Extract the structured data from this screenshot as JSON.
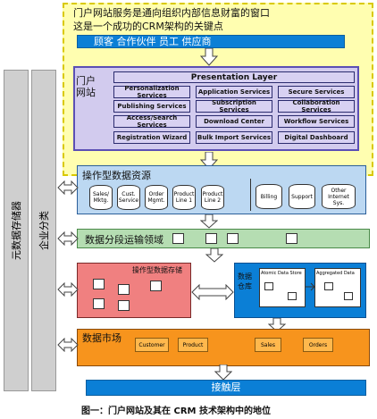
{
  "top": {
    "line1": "门户网站服务是通向组织内部信息财富的窗口",
    "line2": "这是一个成功的CRM架构的关键点"
  },
  "audience_bar": "顾客  合作伙伴  员工    供应商",
  "portal": {
    "label": "门户\n网站",
    "presentation_layer": "Presentation Layer",
    "services": [
      "Personalization Services",
      "Application Services",
      "Secure Services",
      "Publishing Services",
      "Subscription Services",
      "Collaboration Services",
      "Access/Search Services",
      "Download Center",
      "Workflow Services",
      "Registration Wizard",
      "Bulk Import Services",
      "Digital Dashboard"
    ]
  },
  "operational": {
    "title": "操作型数据资源",
    "sources_left": [
      "Sales/ Mktg.",
      "Cust. Service",
      "Order Mgmt.",
      "Product Line 1",
      "Product Line 2"
    ],
    "sources_right": [
      "Billing",
      "Support",
      "Other Internet Sys."
    ]
  },
  "staging": {
    "title": "数据分段运输领域"
  },
  "ods": {
    "title": "操作型数据存储"
  },
  "warehouse": {
    "title": "数据仓库",
    "atomic": "Atomic Data Store",
    "aggregated": "Aggregated Data"
  },
  "marts": {
    "title": "数据市场",
    "items": [
      "Customer",
      "Product",
      "Sales",
      "Orders"
    ]
  },
  "access_layer": "接触层",
  "left_bars": {
    "metadata": "元数据存储器",
    "taxonomy": "企业分类"
  },
  "caption": "图一：门户网站及其在 CRM 技术架构中的地位",
  "colors": {
    "yellow_bg": "#fffeb0",
    "blue": "#0b7fd6",
    "purple_bg": "#d2cbee",
    "green": "#b5ddb2",
    "red_box": "#f08080",
    "orange": "#f7941d",
    "side_gray": "#cfcfcf"
  }
}
